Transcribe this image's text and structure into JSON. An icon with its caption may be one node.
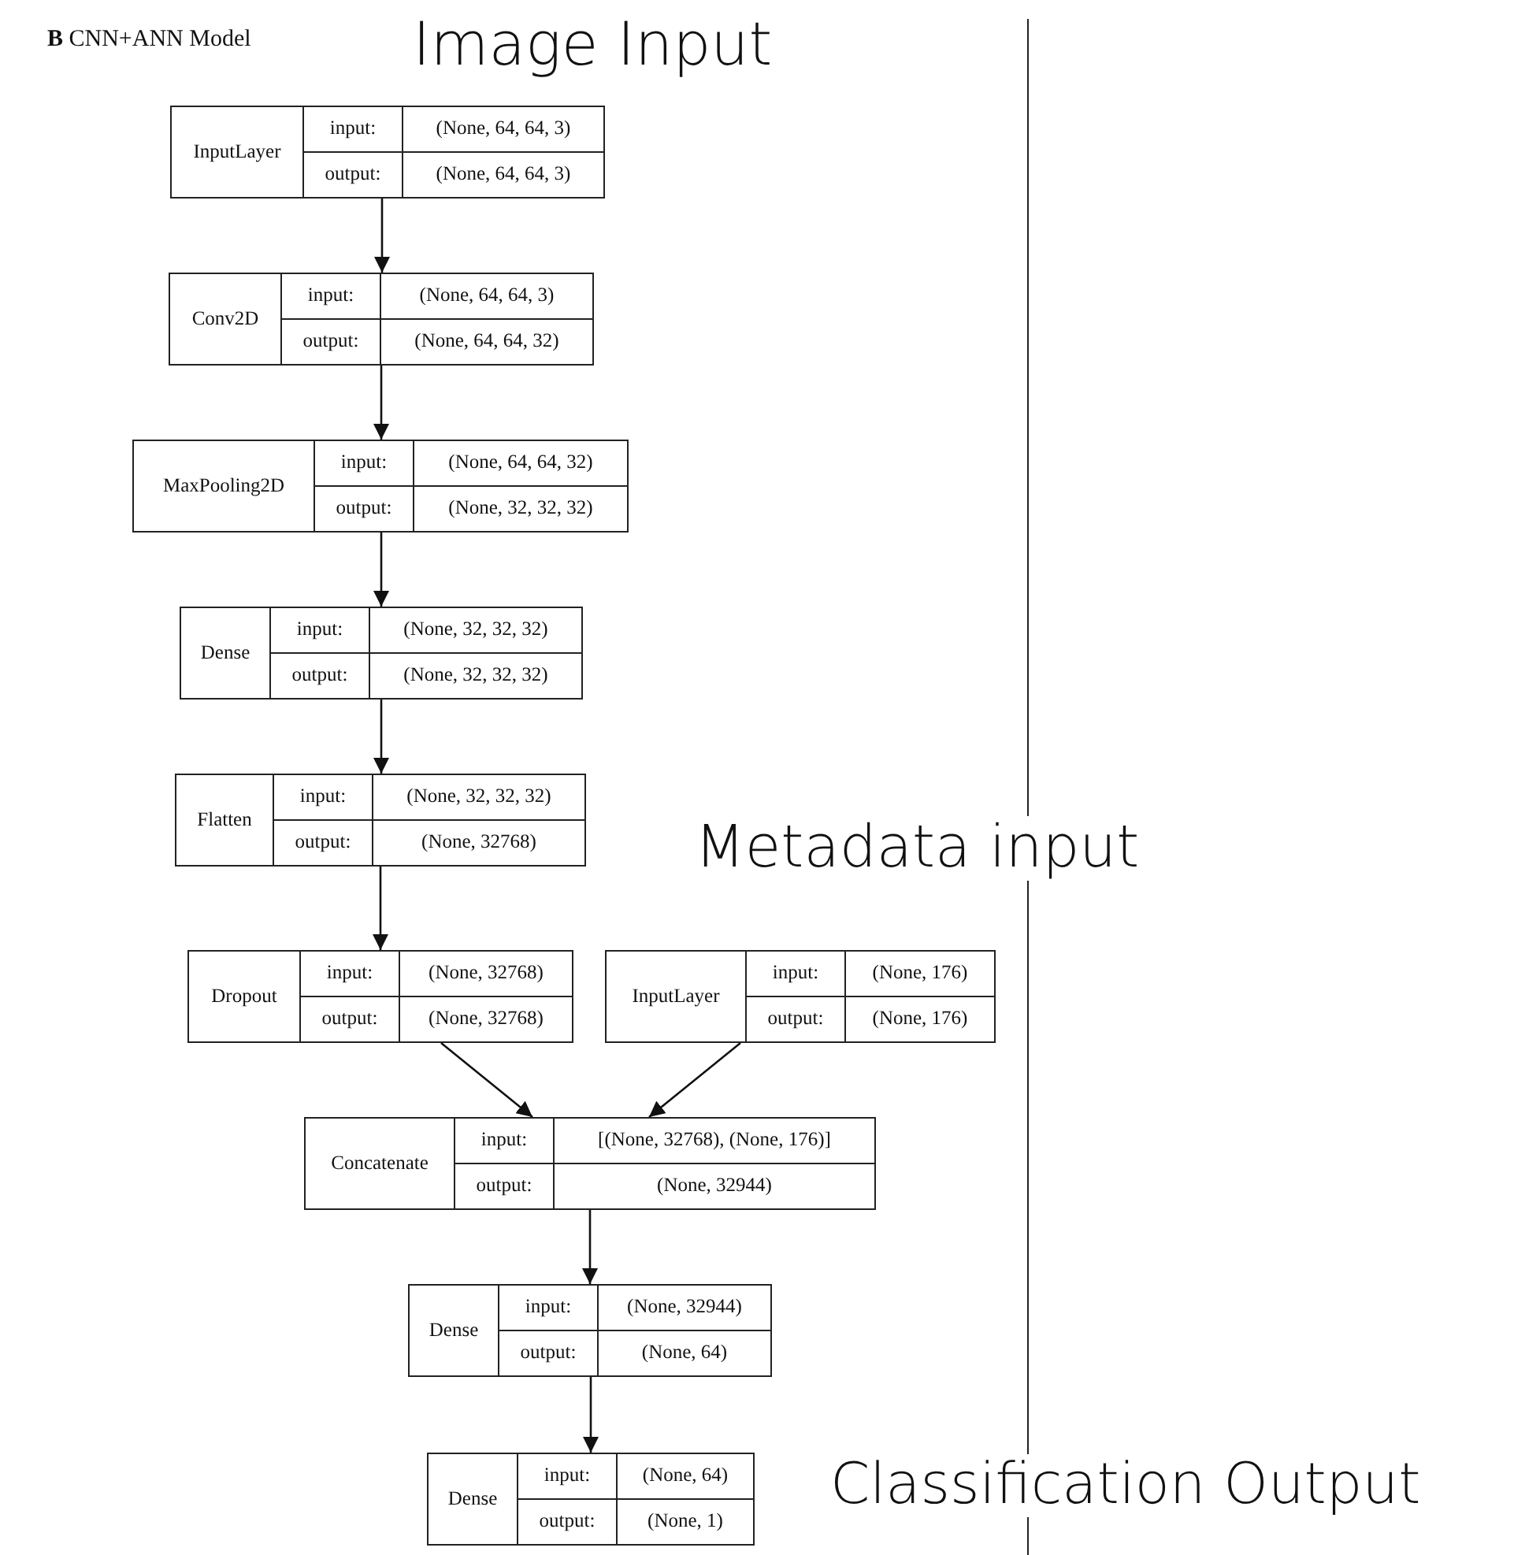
{
  "diagram": {
    "title": "**B** CNN+ANN Model",
    "nodes": [
      {
        "text": [
          "InputLayer",
          "input:",
          "(None, 64, 64, 3)",
          "output:",
          "(None, 64, 64, 3)"
        ]
      },
      {
        "text": [
          "Conv2D",
          "input:",
          "(None, 64, 64, 3)",
          "output:",
          "(None, 64, 64, 32)"
        ]
      },
      {
        "text": [
          "MaxPooling2D",
          "input:",
          "(None, 64, 64, 32)",
          "output:",
          "(None, 32, 32, 32)"
        ]
      },
      {
        "text": [
          "Dense",
          "input:",
          "(None, 32, 32, 32)",
          "output:",
          "(None, 32, 32, 32)"
        ]
      },
      {
        "text": [
          "Flatten",
          "input:",
          "(None, 32, 32, 32)",
          "output:",
          "(None, 32768)"
        ]
      },
      {
        "text": [
          "Dropout",
          "input:",
          "(None, 32768)",
          "output:",
          "(None, 32768)"
        ]
      },
      {
        "text": [
          "InputLayer",
          "input:",
          "(None, 176)",
          "output:",
          "(None, 176)"
        ]
      },
      {
        "text": [
          "Concatenate",
          "input:",
          "[(None, 32768), (None, 176)]",
          "output:",
          "(None, 32944)"
        ]
      },
      {
        "text": [
          "Dense",
          "input:",
          "(None, 32944)",
          "output:",
          "(None, 64)"
        ]
      },
      {
        "text": [
          "Dense",
          "input:",
          "(None, 64)",
          "output:",
          "(None, 1)"
        ]
      }
    ],
    "edges": [
      {
        "from": 0,
        "to": 1,
        "arrow": "to"
      },
      {
        "from": 1,
        "to": 2,
        "arrow": "to"
      },
      {
        "from": 2,
        "to": 3,
        "arrow": "to"
      },
      {
        "from": 3,
        "to": 4,
        "arrow": "to"
      },
      {
        "from": 4,
        "to": 5,
        "arrow": "to"
      },
      {
        "from": 5,
        "to": 7,
        "arrow": "to"
      },
      {
        "from": 6,
        "to": 7,
        "arrow": "to"
      },
      {
        "from": 7,
        "to": 8,
        "arrow": "to"
      },
      {
        "from": 8,
        "to": 9,
        "arrow": "to"
      }
    ],
    "labels": [
      "Image Input",
      "Metadata input",
      "Classification Output"
    ]
  }
}
